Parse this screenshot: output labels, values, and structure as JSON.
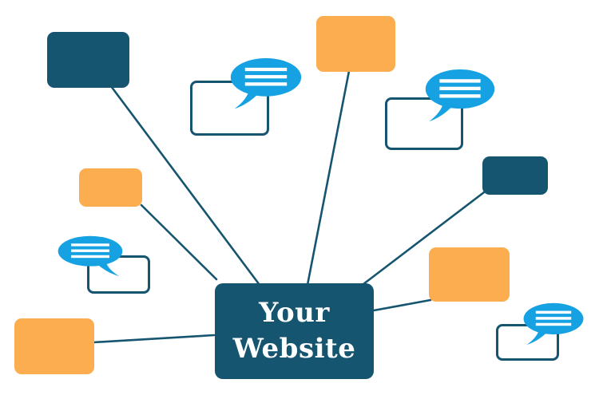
{
  "diagram": {
    "center_node": {
      "label_line1": "Your",
      "label_line2": "Website",
      "type": "website-hub"
    },
    "nodes": [
      {
        "id": "page-dark-top-left",
        "type": "dark-page",
        "connected_to_center": true
      },
      {
        "id": "comment-box-top-left",
        "type": "comment-page",
        "icon": "speech-bubble-icon",
        "connected_to_center": false
      },
      {
        "id": "page-orange-top",
        "type": "orange-page",
        "connected_to_center": true
      },
      {
        "id": "comment-box-top-right",
        "type": "comment-page",
        "icon": "speech-bubble-icon",
        "connected_to_center": false
      },
      {
        "id": "page-dark-right",
        "type": "dark-page",
        "connected_to_center": true
      },
      {
        "id": "page-orange-mid-left",
        "type": "orange-page",
        "connected_to_center": true
      },
      {
        "id": "comment-box-lower-left",
        "type": "comment-page",
        "icon": "speech-bubble-icon",
        "connected_to_center": false
      },
      {
        "id": "page-orange-bottom-left",
        "type": "orange-page",
        "connected_to_center": true
      },
      {
        "id": "page-orange-lower-right",
        "type": "orange-page",
        "connected_to_center": true
      },
      {
        "id": "comment-box-bottom-right",
        "type": "comment-page",
        "icon": "speech-bubble-icon",
        "connected_to_center": false
      }
    ],
    "colors": {
      "dark_teal": "#15556f",
      "orange": "#fbad4f",
      "bubble_blue": "#16a2e2",
      "background": "#ffffff",
      "text_white": "#ffffff"
    }
  }
}
